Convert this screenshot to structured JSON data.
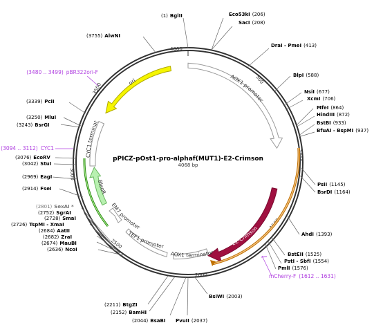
{
  "title": "pPICZ-pOst1-pro-alphaf(MUT1)-E2-Crimson",
  "length": "4068 bp",
  "tick_labels": [
    "4000",
    "500",
    "1000",
    "1500",
    "2000",
    "2500",
    "3000",
    "3500"
  ],
  "features": [
    {
      "label": "AOX1 promoter",
      "fill": "#ffffff",
      "stroke": "#9a9a9a",
      "text_color": "#333333"
    },
    {
      "label": "E2-Crimson",
      "fill": "#a01040",
      "stroke": "#7a0a30",
      "text_color": "#ffffff"
    },
    {
      "label": "AOX1 terminator",
      "fill": "#ffffff",
      "stroke": "#9a9a9a",
      "text_color": "#333333"
    },
    {
      "label": "TEF1 promoter",
      "fill": "#ffffff",
      "stroke": "#9a9a9a",
      "text_color": "#333333"
    },
    {
      "label": "EM7 promoter",
      "fill": "#ffffff",
      "stroke": "#9a9a9a",
      "text_color": "#333333"
    },
    {
      "label": "BleoR",
      "fill": "#b8f0b0",
      "stroke": "#6ab860",
      "text_color": "#333333"
    },
    {
      "label": "CYC1 terminator",
      "fill": "#ffffff",
      "stroke": "#9a9a9a",
      "text_color": "#333333"
    },
    {
      "label": "ori",
      "fill": "#f5f500",
      "stroke": "#b0a800",
      "text_color": "#333333"
    }
  ],
  "primers": [
    {
      "name": "mCherry-F",
      "range": "(1612 .. 1631)",
      "color": "#b040e0"
    },
    {
      "name": "pBR322ori-F",
      "range": "(3480 .. 3499)",
      "color": "#b040e0"
    },
    {
      "name": "CYC1",
      "range": "(3094 .. 3112)",
      "color": "#b040e0"
    }
  ],
  "sites": [
    {
      "pos": "(1)",
      "name": "BglII"
    },
    {
      "pos": "(206)",
      "name": "Eco53kI"
    },
    {
      "pos": "(208)",
      "name": "SacI"
    },
    {
      "pos": "(413)",
      "name": "DraI - PmeI"
    },
    {
      "pos": "(588)",
      "name": "BlpI"
    },
    {
      "pos": "(677)",
      "name": "NsiI"
    },
    {
      "pos": "(706)",
      "name": "XcmI"
    },
    {
      "pos": "(864)",
      "name": "MfeI"
    },
    {
      "pos": "(872)",
      "name": "HindIII"
    },
    {
      "pos": "(933)",
      "name": "BstBI"
    },
    {
      "pos": "(937)",
      "name": "BfuAI - BspMI"
    },
    {
      "pos": "(1145)",
      "name": "PsiI"
    },
    {
      "pos": "(1164)",
      "name": "BsrDI"
    },
    {
      "pos": "(1393)",
      "name": "AhdI"
    },
    {
      "pos": "(1525)",
      "name": "BstEII"
    },
    {
      "pos": "(1554)",
      "name": "PstI - SbfI"
    },
    {
      "pos": "(1576)",
      "name": "PmlI"
    },
    {
      "pos": "(2003)",
      "name": "BsiWI"
    },
    {
      "pos": "(2037)",
      "name": "PvuII"
    },
    {
      "pos": "(2044)",
      "name": "BsaBI"
    },
    {
      "pos": "(2152)",
      "name": "BamHI"
    },
    {
      "pos": "(2211)",
      "name": "BtgZI"
    },
    {
      "pos": "(2636)",
      "name": "NcoI"
    },
    {
      "pos": "(2674)",
      "name": "MauBI"
    },
    {
      "pos": "(2682)",
      "name": "ZraI"
    },
    {
      "pos": "(2684)",
      "name": "AatII"
    },
    {
      "pos": "(2726)",
      "name": "TspMI - XmaI"
    },
    {
      "pos": "(2728)",
      "name": "SmaI"
    },
    {
      "pos": "(2752)",
      "name": "SgrAI"
    },
    {
      "pos": "(2801)",
      "name": "SexAI *"
    },
    {
      "pos": "(2914)",
      "name": "FseI"
    },
    {
      "pos": "(2969)",
      "name": "EagI"
    },
    {
      "pos": "(3042)",
      "name": "StuI"
    },
    {
      "pos": "(3076)",
      "name": "EcoRV"
    },
    {
      "pos": "(3243)",
      "name": "BsrGI"
    },
    {
      "pos": "(3250)",
      "name": "MluI"
    },
    {
      "pos": "(3339)",
      "name": "PciI"
    },
    {
      "pos": "(3755)",
      "name": "AlwNI"
    }
  ]
}
